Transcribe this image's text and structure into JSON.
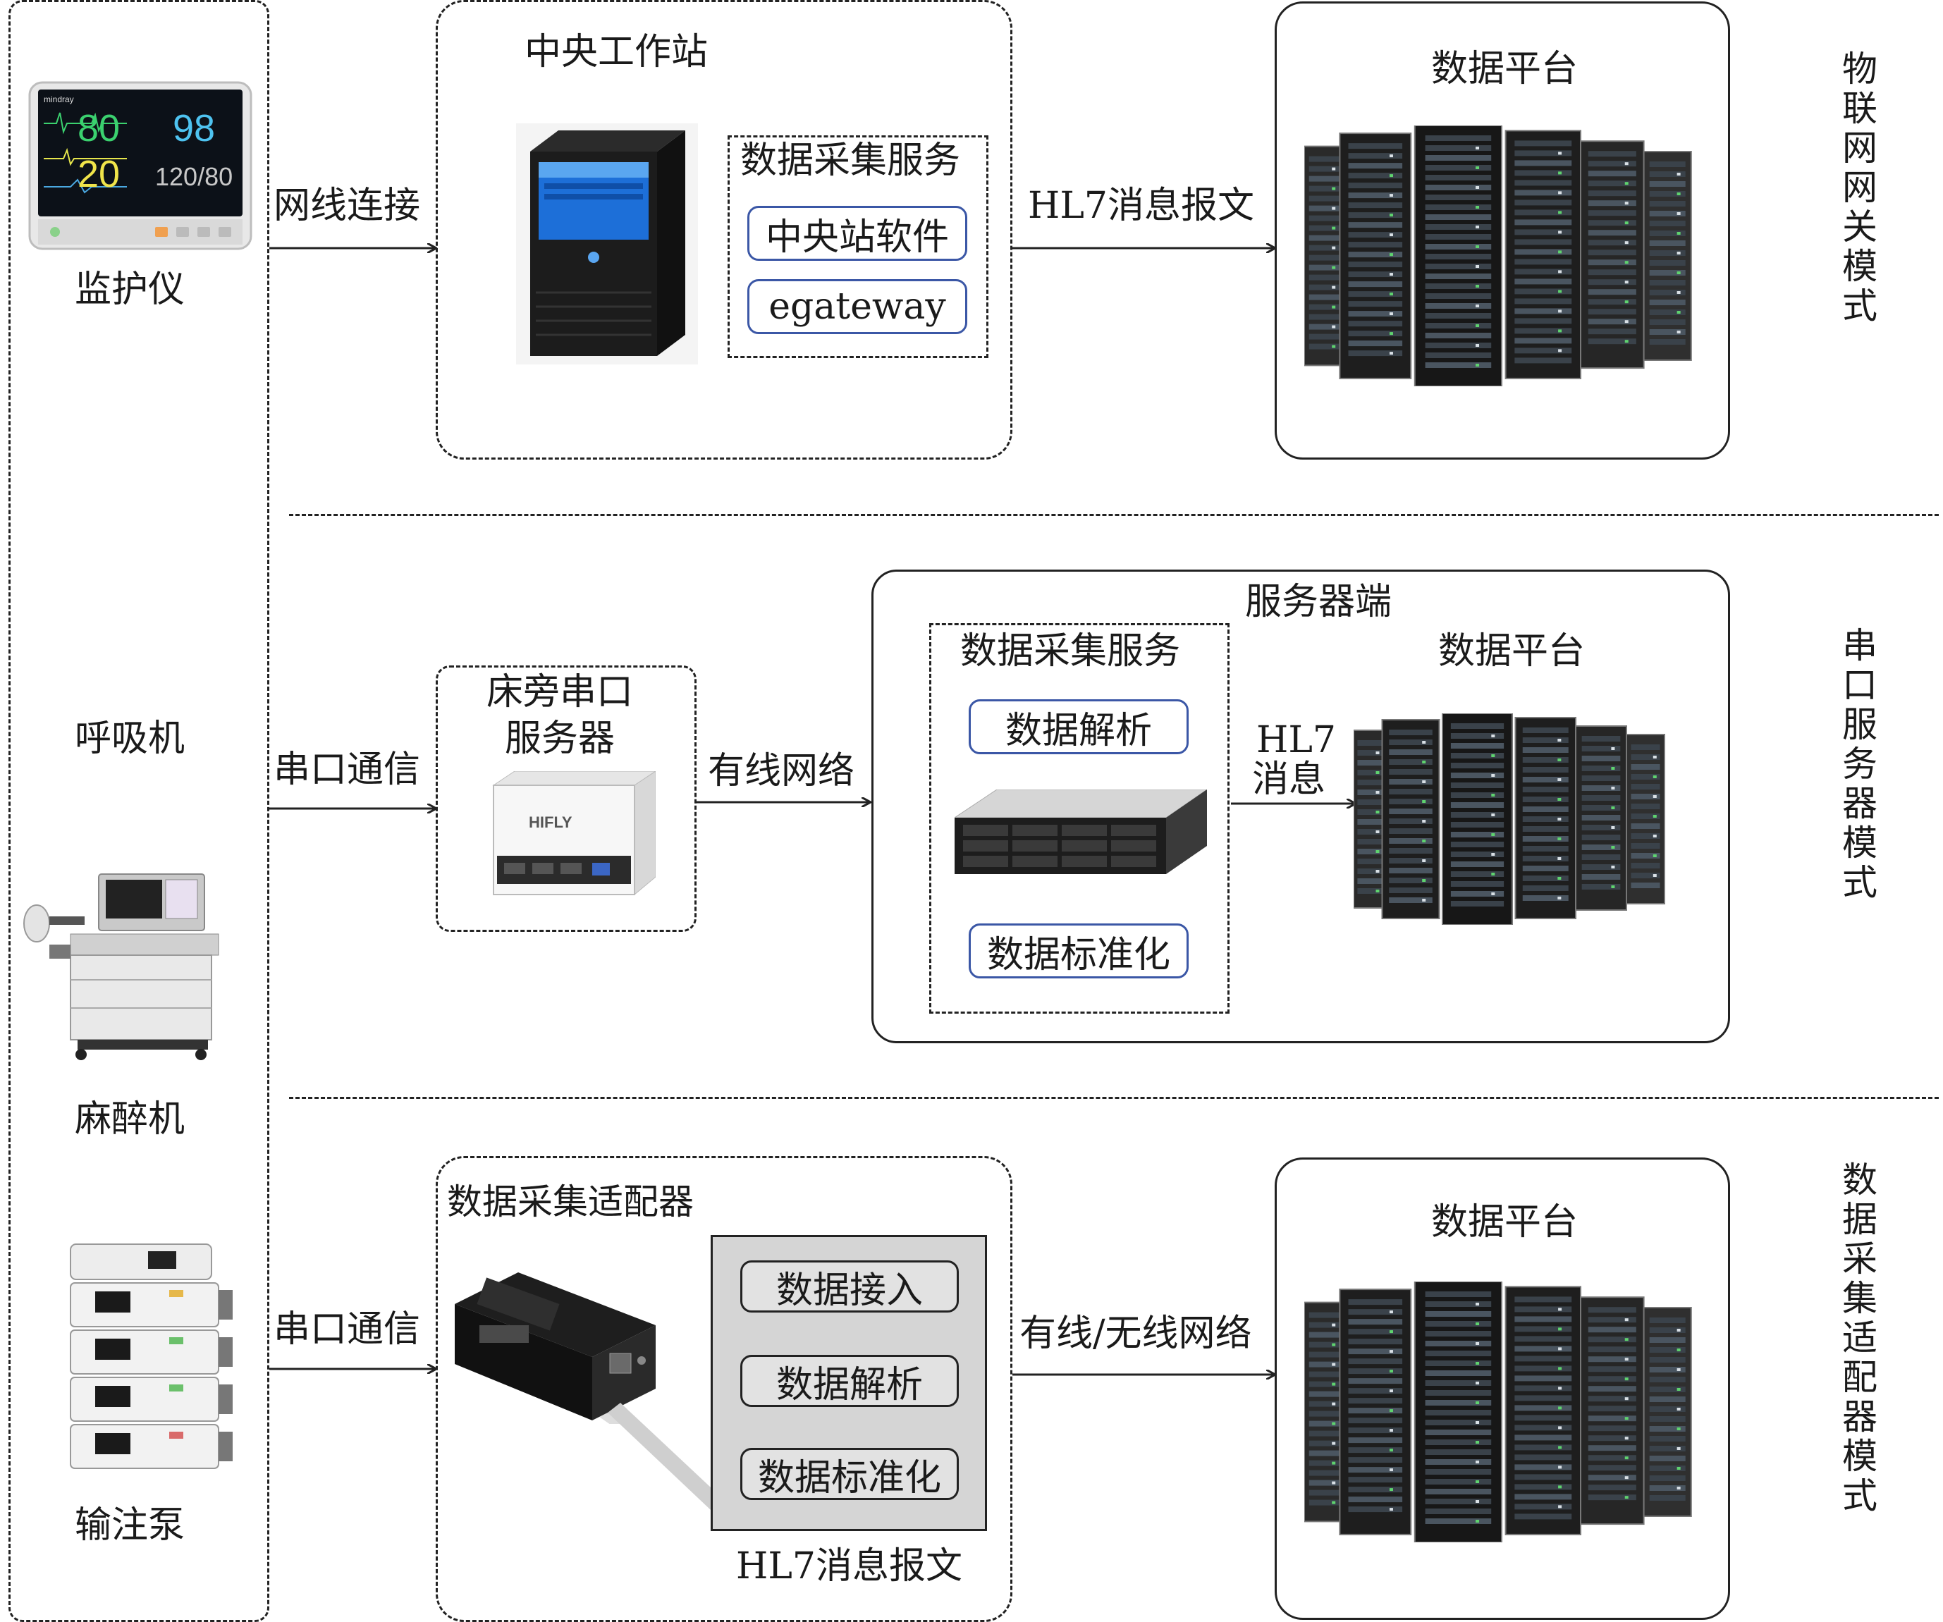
{
  "devices": {
    "monitor": {
      "label": "监护仪",
      "screen": {
        "hr": "80",
        "spo2": "98",
        "rr": "20",
        "nibp": "120/80",
        "brand": "mindray"
      }
    },
    "ventilator": {
      "label": "呼吸机"
    },
    "anesthesia": {
      "label": "麻醉机"
    },
    "pump": {
      "label": "输注泵"
    }
  },
  "row1": {
    "link_label": "网线连接",
    "station_title": "中央工作站",
    "service_title": "数据采集服务",
    "items": [
      "中央站软件",
      "egateway"
    ],
    "msg_label": "HL7消息报文",
    "platform_title": "数据平台",
    "mode_label": "物联网网关模式"
  },
  "row2": {
    "link_label": "串口通信",
    "serial_title_line1": "床旁串口",
    "serial_title_line2": "服务器",
    "device_brand": "HIFLY",
    "net_label": "有线网络",
    "server_title": "服务器端",
    "service_title": "数据采集服务",
    "items": [
      "数据解析",
      "数据标准化"
    ],
    "msg_line1": "HL7",
    "msg_line2": "消息",
    "platform_title": "数据平台",
    "mode_label": "串口服务器模式"
  },
  "row3": {
    "link_label": "串口通信",
    "adapter_title": "数据采集适配器",
    "items": [
      "数据接入",
      "数据解析",
      "数据标准化"
    ],
    "msg_label": "HL7消息报文",
    "net_label": "有线/无线网络",
    "platform_title": "数据平台",
    "mode_label": "数据采集适配器模式"
  }
}
